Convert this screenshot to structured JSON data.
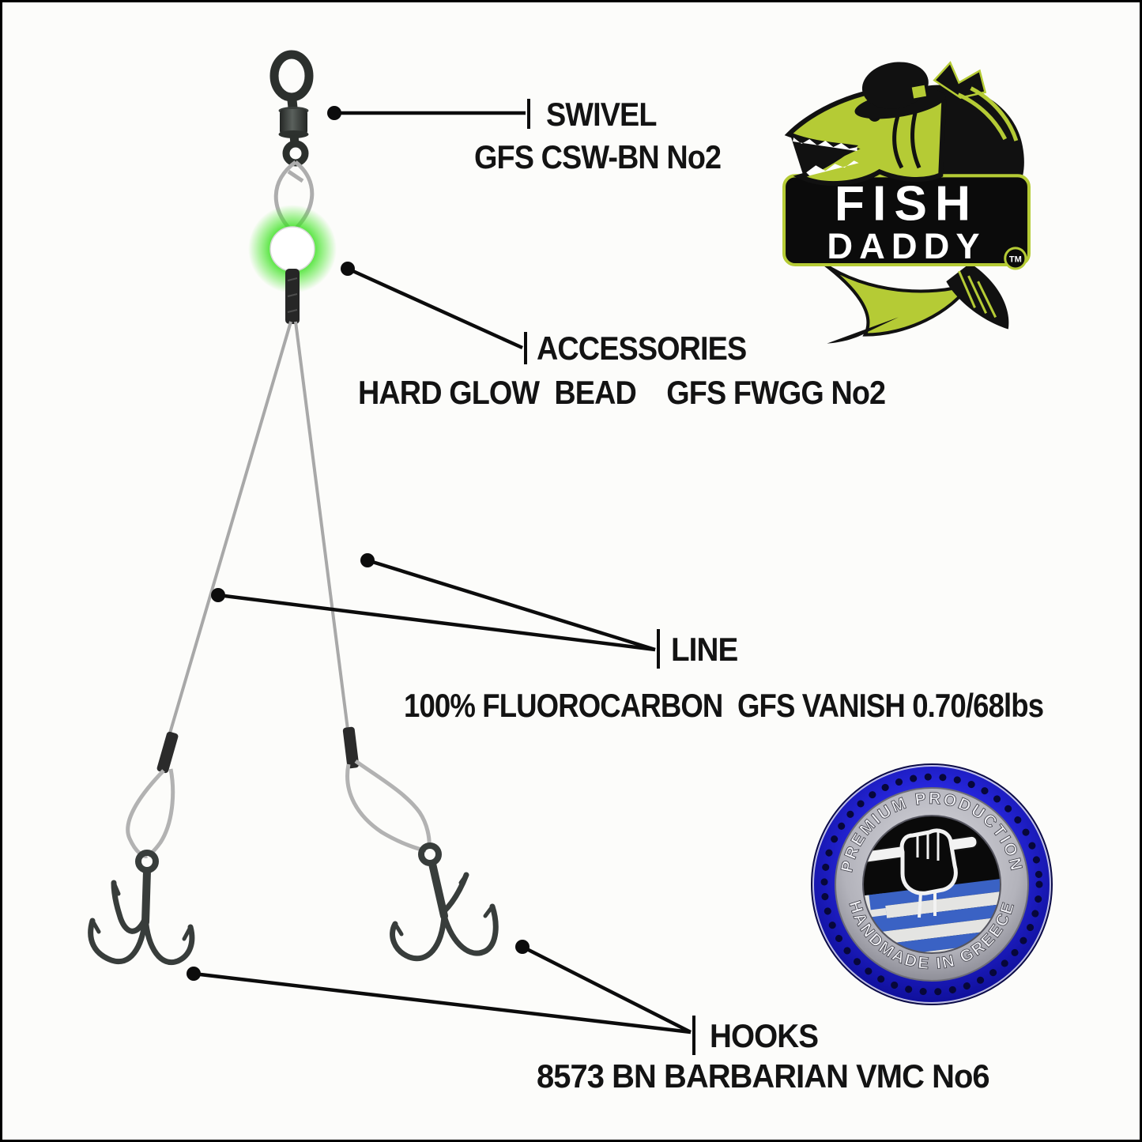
{
  "diagram_title": "Fishing rig product infographic",
  "callouts": {
    "swivel": {
      "title": "SWIVEL",
      "subtitle": "GFS CSW-BN No2"
    },
    "accessories": {
      "title": "ACCESSORIES",
      "subtitle": "HARD GLOW  BEAD    GFS FWGG No2"
    },
    "line": {
      "title": "LINE",
      "subtitle": "100% FLUOROCARBON  GFS VANISH 0.70/68lbs"
    },
    "hooks": {
      "title": "HOOKS",
      "subtitle": "8573 BN BARBARIAN VMC No6"
    }
  },
  "brand": {
    "word1": "FISH",
    "word2": "DADDY",
    "tm": "TM"
  },
  "badge": {
    "arc_top": "PREMIUM PRODUCTION",
    "arc_bottom": "HANDMADE IN GREECE"
  },
  "colors": {
    "accent_green": "#b5cb35",
    "glow_green": "#35df1c",
    "badge_blue": "#1616c8",
    "flag_blue": "#3a62c4",
    "ink": "#111111",
    "wire_gray": "#a8a8a8",
    "hook_gray": "#383d3b"
  }
}
